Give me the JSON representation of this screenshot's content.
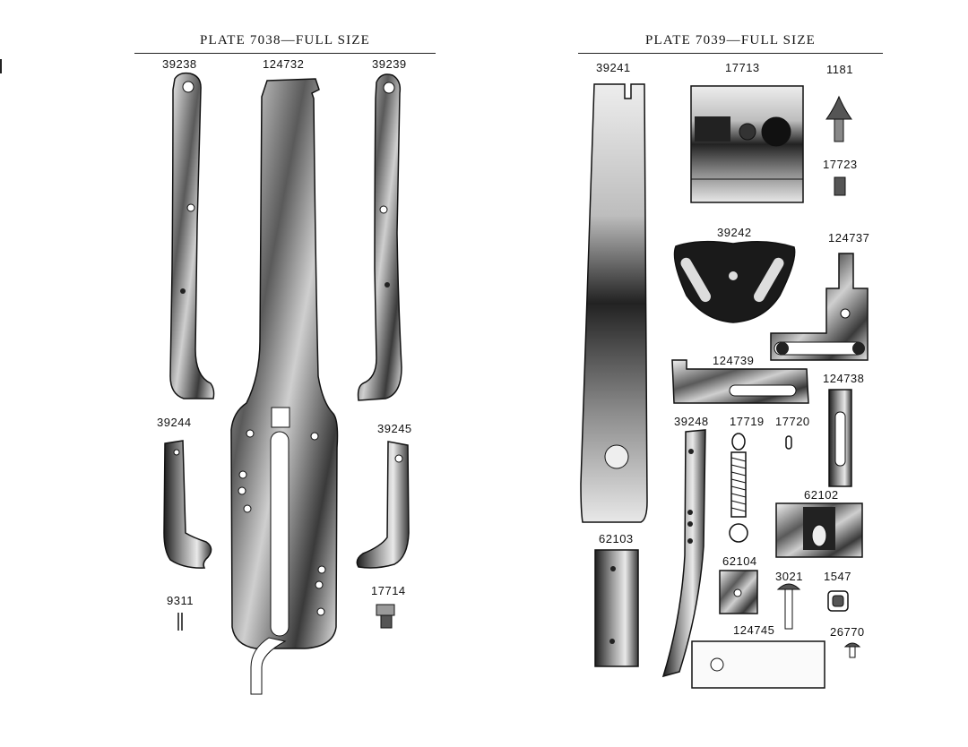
{
  "plates": [
    {
      "title": "PLATE 7038—FULL SIZE",
      "parts": [
        "39238",
        "124732",
        "39239",
        "39244",
        "39245",
        "9311",
        "17714"
      ]
    },
    {
      "title": "PLATE 7039—FULL SIZE",
      "parts": [
        "39241",
        "17713",
        "1181",
        "17723",
        "39242",
        "124737",
        "124739",
        "124738",
        "39248",
        "17719",
        "17720",
        "62102",
        "62103",
        "62104",
        "3021",
        "1547",
        "124745",
        "26770"
      ]
    }
  ]
}
